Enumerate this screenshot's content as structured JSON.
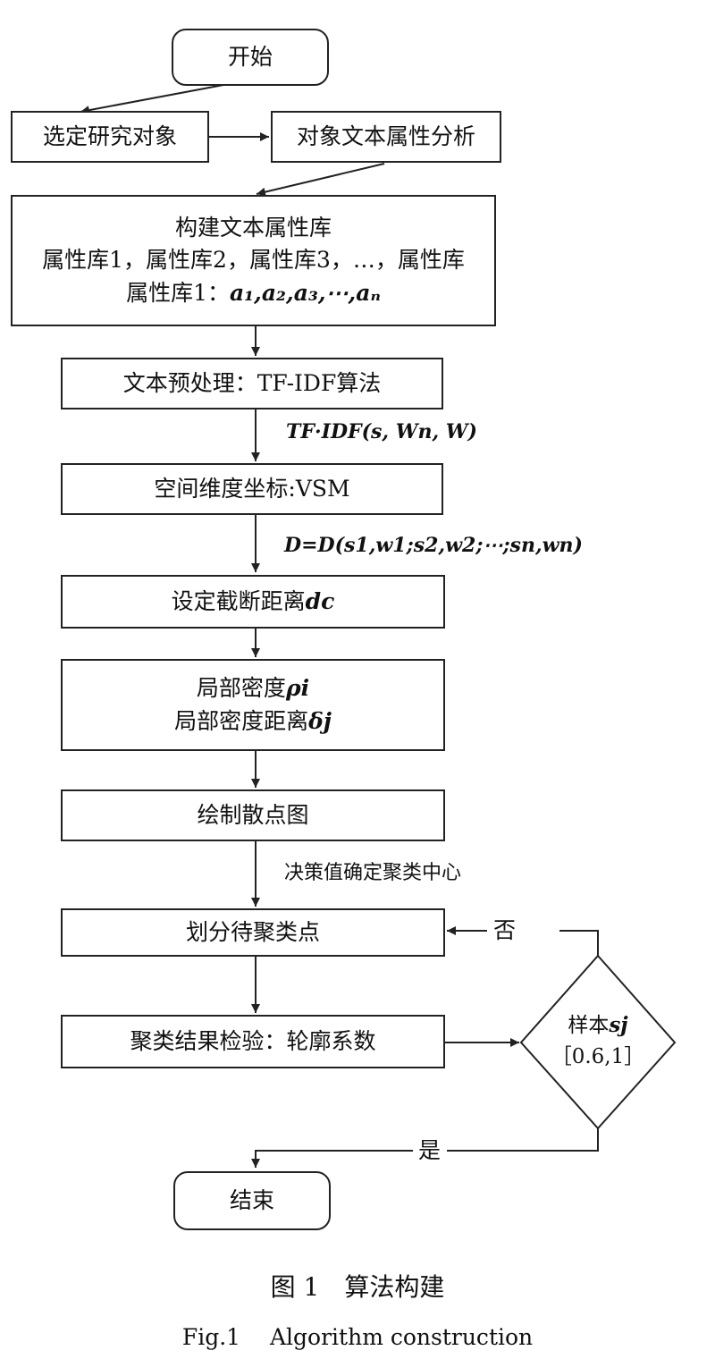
{
  "nodes": {
    "start": "开始",
    "select_object": "选定研究对象",
    "analyze_attributes": "对象文本属性分析",
    "build_library": {
      "line1": "构建文本属性库",
      "line2": "属性库1，属性库2，属性库3，…，属性库",
      "line3_prefix": "属性库1：",
      "line3_math": "a₁,a₂,a₃,⋯,aₙ"
    },
    "preprocess": "文本预处理：TF-IDF算法",
    "vsm": "空间维度坐标:VSM",
    "cutoff": {
      "text": "设定截断距离",
      "math": "dc"
    },
    "density": {
      "line1_text": "局部密度",
      "line1_math": "ρi",
      "line2_text": "局部密度距离",
      "line2_math": "δj"
    },
    "scatter": "绘制散点图",
    "divide": "划分待聚类点",
    "verify": "聚类结果检验：轮廓系数",
    "decision": {
      "line1_text": "样本",
      "line1_math": "sj",
      "line2": "［0.6,1］"
    },
    "end": "结束"
  },
  "edge_labels": {
    "tfidf": "TF·IDF(s, Wn, W)",
    "vector": "D=D(s1,w1;s2,w2;⋯;sn,wn)",
    "decide_center": "决策值确定聚类中心",
    "no": "否",
    "yes": "是"
  },
  "caption": {
    "zh": "图 1　算法构建",
    "en": "Fig.1　 Algorithm construction"
  }
}
